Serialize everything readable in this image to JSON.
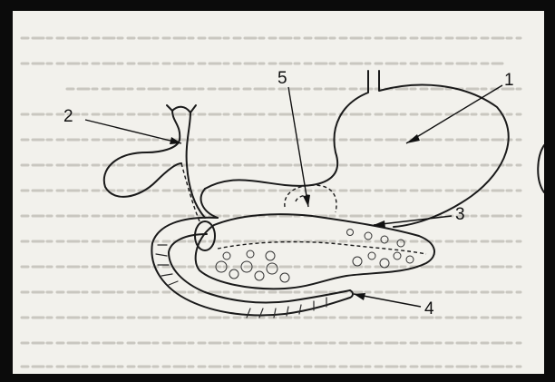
{
  "figure": {
    "labels": [
      {
        "id": "stomach",
        "text": "1"
      },
      {
        "id": "bile-duct",
        "text": "2"
      },
      {
        "id": "pancreas",
        "text": "3"
      },
      {
        "id": "duodenum",
        "text": "4"
      },
      {
        "id": "pancreatic-head-region",
        "text": "5"
      }
    ]
  },
  "colors": {
    "frame": "#0b0b0b",
    "paper": "#f2f1ec",
    "ink": "#1a1a1a",
    "bleed_through_text": "#c9c7c0"
  }
}
